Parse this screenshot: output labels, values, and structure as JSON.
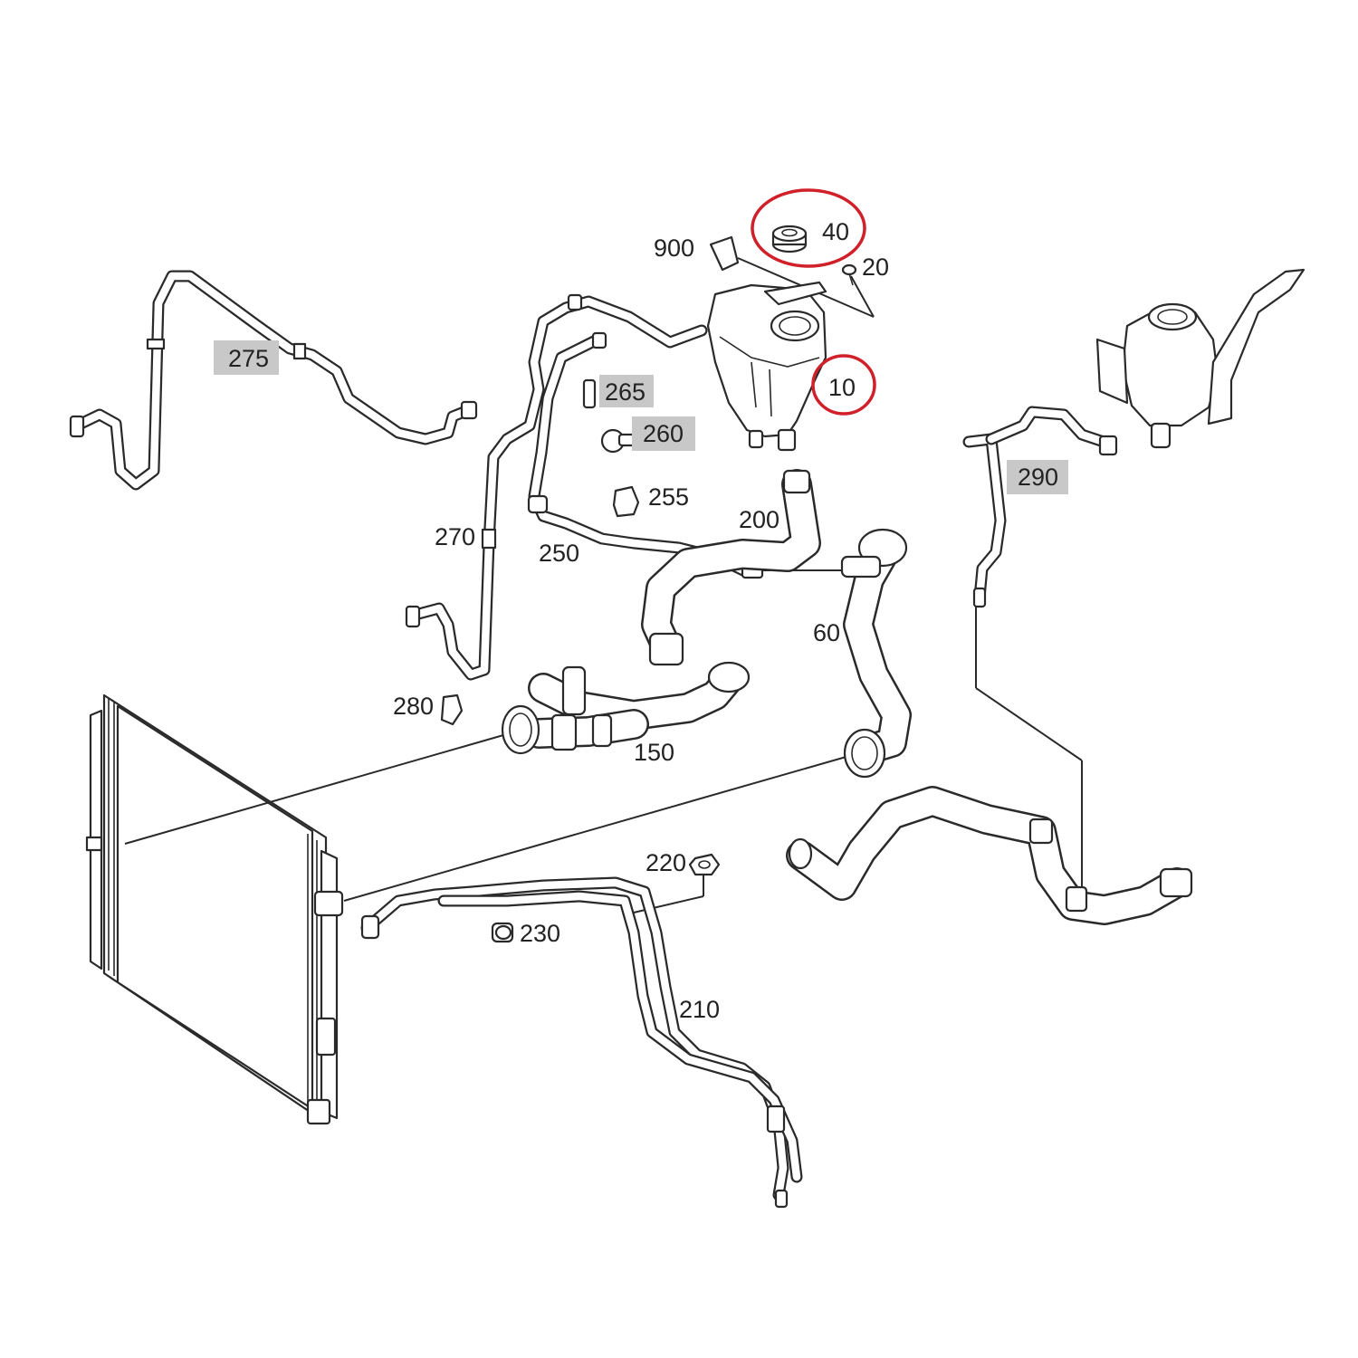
{
  "diagram": {
    "highlight_color": "#d0202a",
    "shaded_label_color": "#c8c8c8",
    "line_color": "#2a2a2a",
    "labels": {
      "p10": "10",
      "p20": "20",
      "p40": "40",
      "p60": "60",
      "p150": "150",
      "p200": "200",
      "p210": "210",
      "p220": "220",
      "p230": "230",
      "p250": "250",
      "p255": "255",
      "p260": "260",
      "p265": "265",
      "p270": "270",
      "p275": "275",
      "p280": "280",
      "p290": "290",
      "p900": "900"
    },
    "highlighted_parts": [
      "40",
      "10"
    ],
    "shaded_parts": [
      "275",
      "265",
      "260",
      "290"
    ]
  }
}
